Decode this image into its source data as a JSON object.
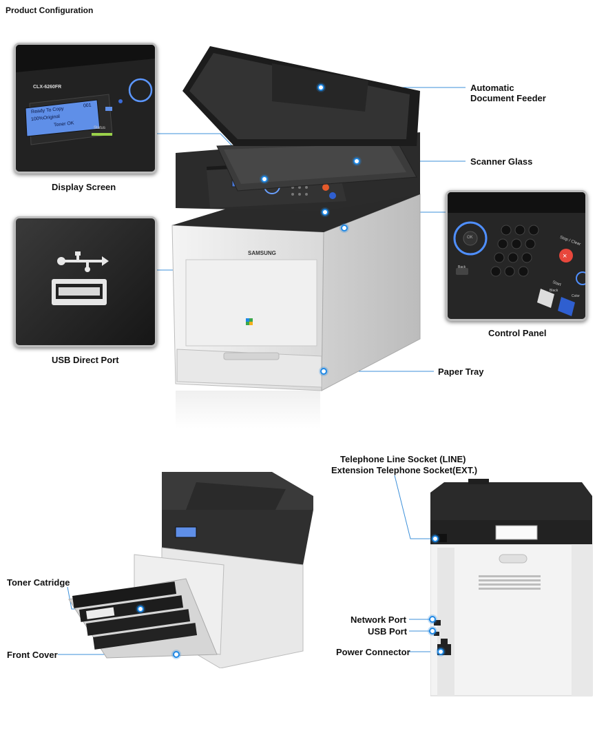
{
  "page": {
    "title": "Product Configuration"
  },
  "callouts": {
    "adf_line1": "Automatic",
    "adf_line2": "Document Feeder",
    "scanner_glass": "Scanner Glass",
    "control_panel": "Control Panel",
    "paper_tray": "Paper Tray",
    "display_screen": "Display Screen",
    "usb_direct_port": "USB Direct Port",
    "toner_cartridge": "Toner Catridge",
    "front_cover": "Front Cover",
    "telephone_line_socket": "Telephone Line Socket (LINE)",
    "extension_telephone_socket": "Extension Telephone Socket(EXT.)",
    "network_port": "Network Port",
    "usb_port": "USB Port",
    "power_connector": "Power Connector"
  },
  "printer": {
    "brand": "SAMSUNG",
    "model": "CLX-6260FR"
  },
  "display": {
    "line1": "Ready To Copy",
    "line1_value": "001",
    "line2": "100%Original",
    "line3": "Toner OK",
    "status_label": "Status"
  },
  "control_keys": {
    "ok": "OK",
    "stop_clear": "Stop / Clear",
    "start": "Start",
    "black": "Black",
    "color": "Color",
    "back": "Back"
  },
  "colors": {
    "accent": "#1e88e5",
    "callout_line": "#3b8fd9"
  }
}
